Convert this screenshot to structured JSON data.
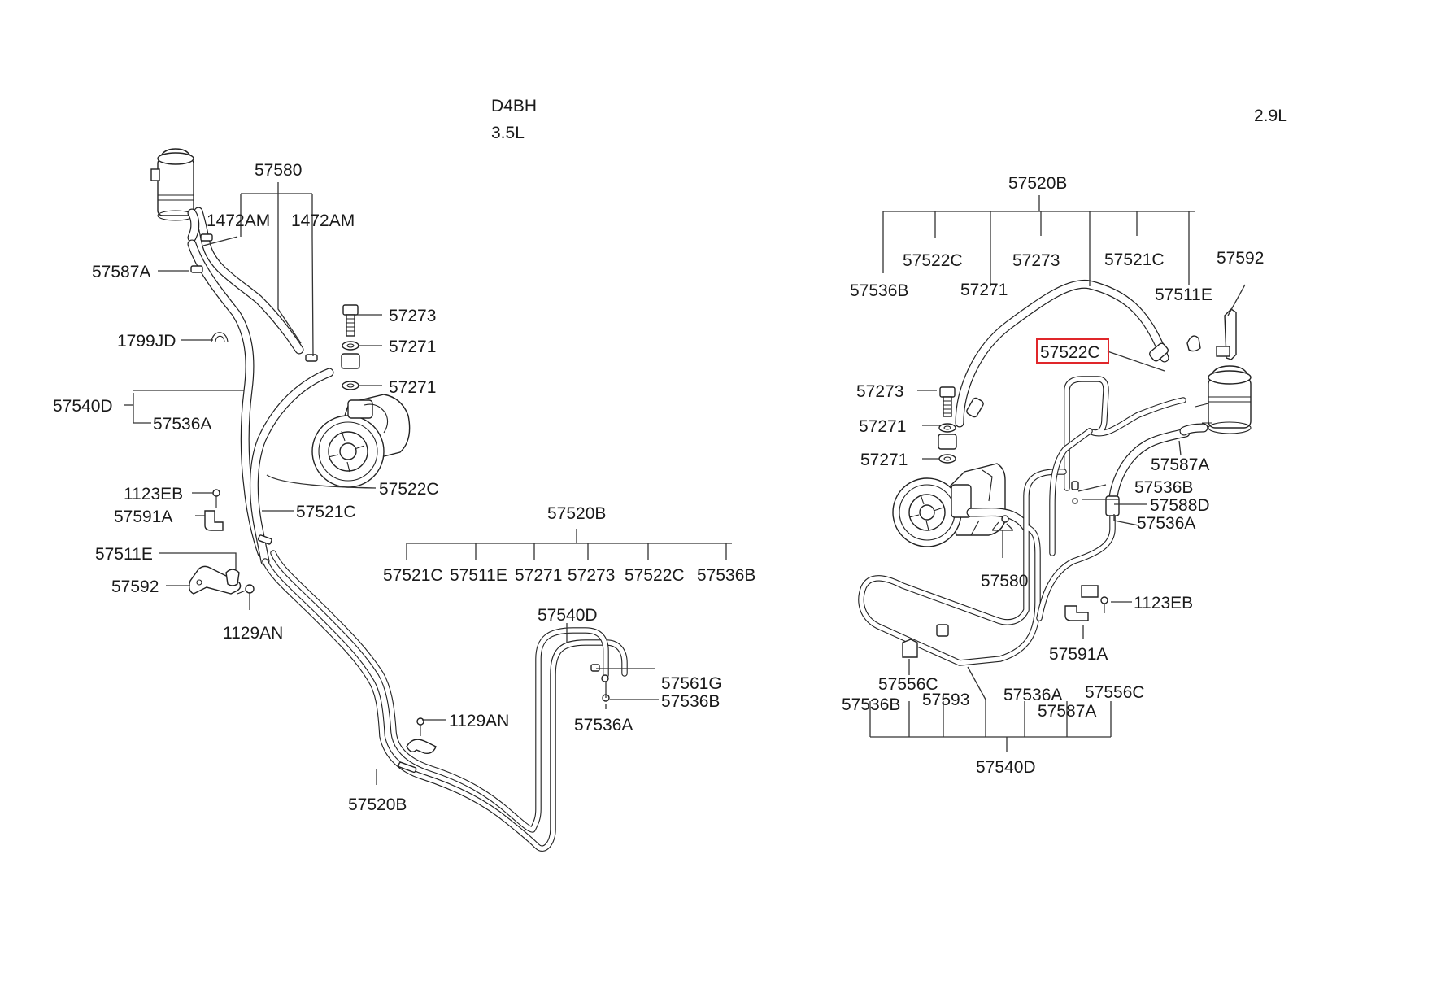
{
  "headers": {
    "engine_code": "D4BH",
    "displacement_left": "3.5L",
    "displacement_right": "2.9L"
  },
  "highlight_color": "#e0262a",
  "left_labels": {
    "l57580": "57580",
    "l1472am_a": "1472AM",
    "l1472am_b": "1472AM",
    "l57587a": "57587A",
    "l1799jd": "1799JD",
    "l57540d": "57540D",
    "l57536a": "57536A",
    "l57273": "57273",
    "l57271_a": "57271",
    "l57271_b": "57271",
    "l57522c": "57522C",
    "l57521c": "57521C",
    "l1123eb": "1123EB",
    "l57591a": "57591A",
    "l57511e": "57511E",
    "l57592": "57592",
    "l1129an_a": "1129AN",
    "l57520b": "57520B",
    "kit_items": [
      "57521C",
      "57511E",
      "57271",
      "57273",
      "57522C",
      "57536B"
    ],
    "l57540d_b": "57540D",
    "l57561g": "57561G",
    "l57536b": "57536B",
    "l57536a_b": "57536A",
    "l1129an_b": "1129AN",
    "l57520b_b": "57520B"
  },
  "right_labels": {
    "r57520b": "57520B",
    "kit_items": [
      "57536B",
      "57522C",
      "57271",
      "57273",
      "57521C",
      "57511E"
    ],
    "r57592": "57592",
    "r57522c_highlight": "57522C",
    "r57273": "57273",
    "r57271_a": "57271",
    "r57271_b": "57271",
    "r57587a": "57587A",
    "r57536b": "57536B",
    "r57588d": "57588D",
    "r57536a": "57536A",
    "r57580": "57580",
    "r1123eb": "1123EB",
    "r57591a": "57591A",
    "r57556c_a": "57556C",
    "r57536b_b": "57536B",
    "r57593": "57593",
    "r57536a_b": "57536A",
    "r57587a_b": "57587A",
    "r57556c_b": "57556C",
    "r57540d": "57540D"
  }
}
